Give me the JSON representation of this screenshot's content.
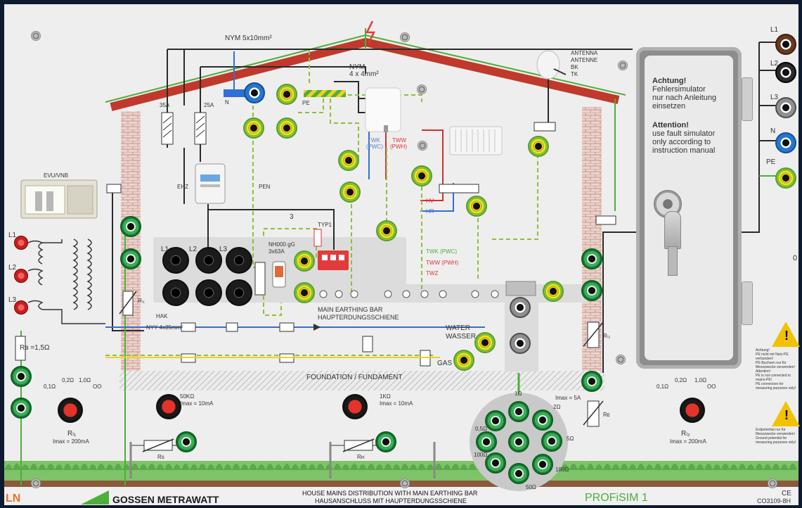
{
  "labels": {
    "nym_main": "NYM 5x10mm²",
    "nym_small_1": "NYM",
    "nym_small_2": "4 x 4mm²",
    "antenna_1": "ANTENNA",
    "antenna_2": "ANTENNE",
    "antenna_3": "BK",
    "antenna_4": "TK",
    "fuse_35a": "35A",
    "fuse_25a": "25A",
    "n_label": "N",
    "pe_label": "PE",
    "ehz": "EHZ",
    "pen": "PEN",
    "evu": "EVU/VNB",
    "twk_1": "TWK",
    "twk_2": "(PWC)",
    "tww_1": "TWW",
    "tww_2": "(PWH)",
    "hv": "HV",
    "hr": "HR",
    "cable_count": "3",
    "typ1": "TYP1",
    "nh000_1": "NH000 gG",
    "nh000_2": "3x63A",
    "l1_lbl": "L1",
    "l2_lbl": "L2",
    "l3_lbl": "L3",
    "hak": "HAK",
    "legend_twk": "TWK (PWC)",
    "legend_tww": "TWW (PWH)",
    "legend_twz": "TWZ",
    "meb_en": "MAIN EARTHING BAR",
    "meb_de": "HAUPTERDUNGSSCHIENE",
    "nyy": "NYY  4x35mm²",
    "water_en": "WATER",
    "water_de": "WASSER",
    "gas": "GAS",
    "foundation": "FOUNDATION / FUNDAMENT",
    "rb": "Rв =1,5Ω",
    "rl1": "Rₗ₁",
    "rl1_knob": "Rₗ₁",
    "rl1_imax": "Imax = 200mA",
    "r50k": "50KΩ",
    "r50k_imax": "Imax = 10mA",
    "r1k": "1KΩ",
    "r1k_imax": "Imax = 10mA",
    "rs": "Rs",
    "rh": "Rн",
    "imax5a": "Imax = 5A",
    "re": "Rᴇ",
    "rl2": "Rₗ₂",
    "rl2_knob": "Rₗ₂",
    "rl2_imax": "Imax = 200mA",
    "dial_1": "1Ω",
    "dial_2": "2Ω",
    "dial_05": "0,5Ω",
    "dial_5": "5Ω",
    "dial_100a": "100Ω",
    "dial_100b": "100Ω",
    "dial_50": "50Ω",
    "sw_010": "0,1Ω",
    "sw_020": "0,2Ω",
    "sw_100": "1,0Ω",
    "sw_inf": "OO",
    "sw2_010": "0,1Ω",
    "sw2_020": "0,2Ω",
    "sw2_100": "1,0Ω",
    "sw2_inf": "OO",
    "right_l1": "L1",
    "right_l2": "L2",
    "right_l3": "L3",
    "right_n": "N",
    "right_pe": "PE",
    "side_zero": "0"
  },
  "guard": {
    "achtung_title": "Achtung!",
    "achtung_1": "Fehlersimulator",
    "achtung_2": "nur nach Anleitung",
    "achtung_3": "einsetzen",
    "attention_title": "Attention!",
    "attention_1": "use fault simulator",
    "attention_2": "only according to",
    "attention_3": "instruction manual"
  },
  "warnings": {
    "w1": [
      "Achtung!",
      "PE nicht mit Netz-PE",
      "verbunden!",
      "PE-Buchsen nur für",
      "Messzwecke verwenden!",
      "Attention!",
      "PE is not connected to",
      "mains-PE!",
      "PE connectors for",
      "measuring purposes only!"
    ],
    "w2": [
      "Erdpotential nur für",
      "Messzwecke verwenden!",
      "Ground potential for",
      "measuring purposes only!"
    ]
  },
  "footer": {
    "logo_mark": "LN",
    "brand": "GOSSEN METRAWATT",
    "title_en": "HOUSE MAINS DISTRIBUTION WITH MAIN EARTHING BAR",
    "title_de": "HAUSANSCHLUSS MIT HAUPTERDUNGSSCHIENE",
    "product": "PROFiSIM 1",
    "ce": "CE",
    "code": "CO3109-8H"
  },
  "colors": {
    "panel": "#eeeeee",
    "roof": "#c0392b",
    "green_wire": "#4caf3a",
    "pe_yellow": "#f0d21b",
    "blue": "#2f6fd6",
    "product_green": "#4caf3a",
    "brick": "#d8a9a0"
  }
}
